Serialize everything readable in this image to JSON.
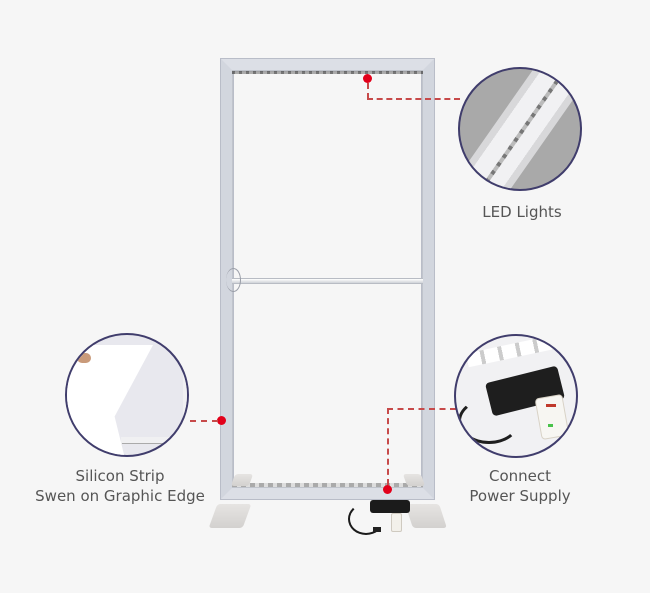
{
  "product": {
    "name": "LED light box frame stand",
    "frame_color": "#dcdfe6"
  },
  "callouts": [
    {
      "id": "led-lights",
      "label_lines": [
        "LED Lights"
      ],
      "icon": "led-strip-closeup"
    },
    {
      "id": "power-supply",
      "label_lines": [
        "Connect",
        "Power Supply"
      ],
      "icon": "power-adapter-closeup"
    },
    {
      "id": "silicon-strip",
      "label_lines": [
        "Silicon Strip",
        "Swen on Graphic Edge"
      ],
      "icon": "fabric-edge-closeup"
    }
  ],
  "colors": {
    "background": "#f6f6f6",
    "marker_red": "#e2001a",
    "connector_dash": "#c74a4a",
    "circle_border": "#403d6c",
    "label_text": "#555555"
  }
}
